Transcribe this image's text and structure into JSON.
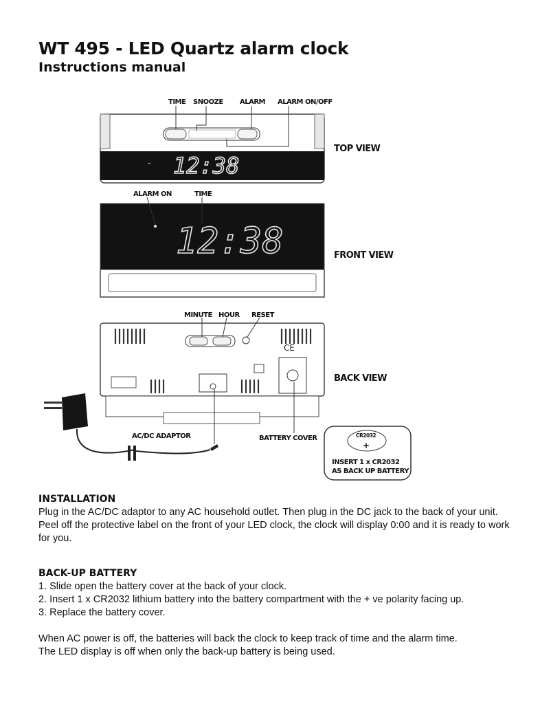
{
  "doc": {
    "title": "WT 495 - LED Quartz alarm clock",
    "subtitle": "Instructions manual"
  },
  "diagram": {
    "top_labels": {
      "time": "TIME",
      "snooze": "SNOOZE",
      "alarm": "ALARM",
      "alarm_onoff": "ALARM ON/OFF"
    },
    "top_view": "TOP VIEW",
    "front_labels": {
      "alarm_on": "ALARM ON",
      "time": "TIME"
    },
    "front_view": "FRONT VIEW",
    "back_labels": {
      "minute": "MINUTE",
      "hour": "HOUR",
      "reset": "RESET"
    },
    "back_view": "BACK VIEW",
    "display_time": "12:38",
    "adaptor_label": "AC/DC ADAPTOR",
    "battery_cover_label": "BATTERY COVER",
    "battery_name": "CR2032",
    "battery_note_line1": "INSERT 1 x CR2032",
    "battery_note_line2": "AS BACK UP BATTERY"
  },
  "installation": {
    "heading": "INSTALLATION",
    "p1": "Plug in the AC/DC adaptor to any AC household outlet. Then plug in the DC jack to the back of your unit.",
    "p2": "Peel off the protective label on the front of your LED clock, the clock will display 0:00 and it is ready to work for you."
  },
  "backup": {
    "heading": "BACK-UP BATTERY",
    "step1": "1. Slide open the battery cover at the back of your clock.",
    "step2": "2. Insert 1 x CR2032 lithium battery into the battery compartment with the + ve polarity facing up.",
    "step3": "3. Replace the battery cover.",
    "note1": "When AC power is off, the batteries will back the clock to keep track of time and the alarm time.",
    "note2": "The LED display is off when only the back-up battery is being used."
  }
}
